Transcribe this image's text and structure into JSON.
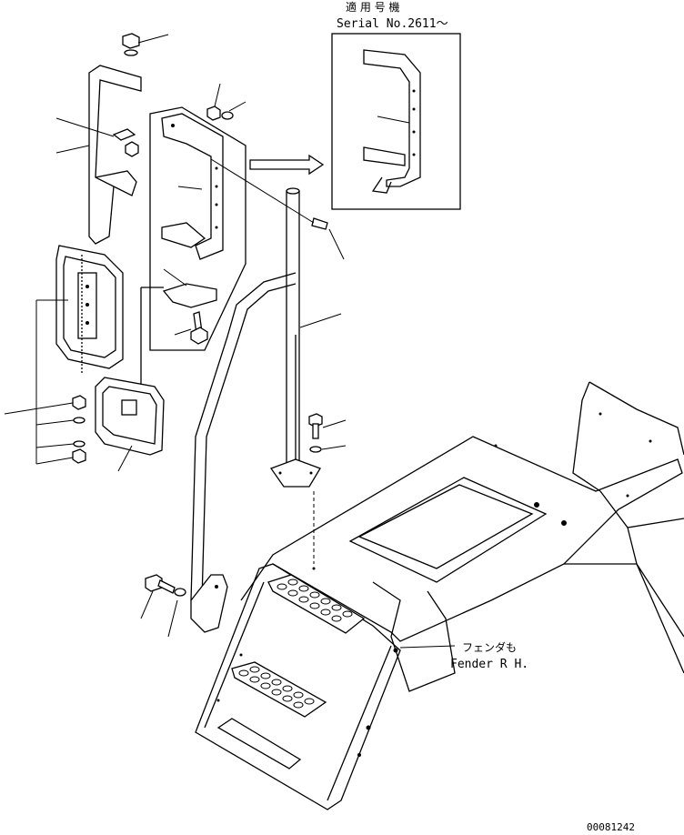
{
  "applicability": {
    "jp_title": "適 用 号 機",
    "serial": "Serial No.2611～"
  },
  "fender_label": {
    "jp": "フェンダも",
    "en": "Fender R H."
  },
  "drawing_number": "00081242"
}
